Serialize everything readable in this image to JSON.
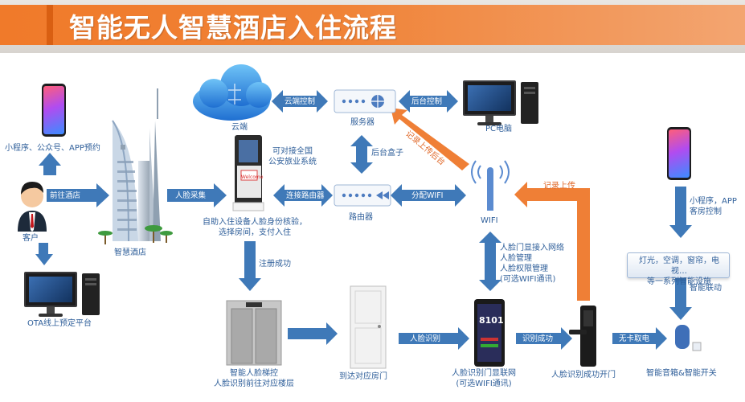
{
  "title": "智能无人智慧酒店入住流程",
  "nodes": {
    "mini_app_booking": "小程序、公众号、APP预约",
    "customer": "客户",
    "ota": "OTA线上预定平台",
    "smart_hotel": "智慧酒店",
    "cloud": "云端",
    "server": "服务器",
    "pc": "PC电脑",
    "kiosk_note": "可对接全国\n公安旅业系统",
    "kiosk": "自助入住设备人脸身份核验，\n选择房间，支付入住",
    "router": "路由器",
    "wifi": "WIFI",
    "elevator": "智能人脸梯控\n人脸识别前往对应楼层",
    "room_door": "到达对应房门",
    "face_terminal": "人脸识别门显联网\n(可选WIFI通讯)",
    "door_lock": "人脸识别成功开门",
    "speaker": "智能音箱&智能开关",
    "guest_app_control": "小程序，APP\n客房控制",
    "smart_devices": "灯光，空调，窗帘，电视…\n等一系列智能设施",
    "face_door_notes": "人脸门显接入网络\n人脸管理\n人脸权限管理\n(可选WIFI通讯)"
  },
  "edges": {
    "go_hotel": "前往酒店",
    "face_collect": "人脸采集",
    "cloud_control": "云端控制",
    "backend_control": "后台控制",
    "backend_box": "后台盒子",
    "connect_router": "连接路由器",
    "distribute_wifi": "分配WIFI",
    "record_upload_backend": "记录上传后台",
    "record_upload": "记录上传",
    "register_success": "注册成功",
    "face_recognition": "人脸识别",
    "recognize_success": "识别成功",
    "no_card_power": "无卡取电",
    "smart_link": "智能联动"
  },
  "colors": {
    "arrow_blue": "#3f79b8",
    "arrow_orange": "#ef7f36",
    "banner": "#f07a2a",
    "text": "#2f5f9a"
  },
  "kiosk_screen_text": "Welcome",
  "face_terminal_number": "8101"
}
